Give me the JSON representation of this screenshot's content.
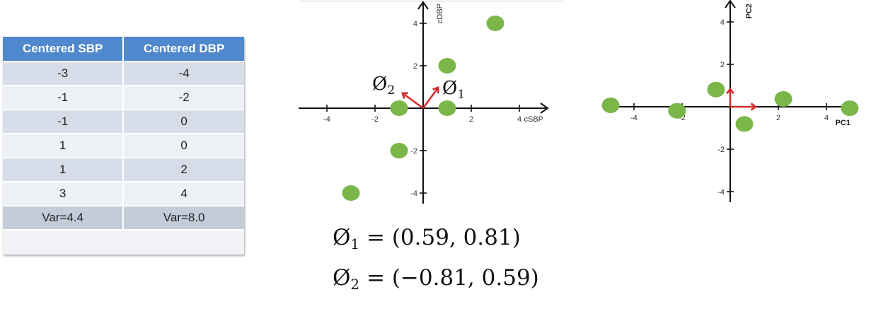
{
  "table": {
    "headers": [
      "Centered SBP",
      "Centered DBP"
    ],
    "rows": [
      [
        "-3",
        "-4"
      ],
      [
        "-1",
        "-2"
      ],
      [
        "-1",
        "0"
      ],
      [
        "1",
        "0"
      ],
      [
        "1",
        "2"
      ],
      [
        "3",
        "4"
      ]
    ],
    "footer": [
      "Var=4.4",
      "Var=8.0"
    ]
  },
  "chart_data": [
    {
      "type": "scatter",
      "xlabel": "cSBP",
      "ylabel": "cDBP",
      "xlim": [
        -5,
        5
      ],
      "ylim": [
        -4.5,
        4.8
      ],
      "xticks": [
        -4,
        -2,
        2,
        4
      ],
      "yticks": [
        -4,
        -2,
        2,
        4
      ],
      "points": [
        {
          "x": -3,
          "y": -4
        },
        {
          "x": -1,
          "y": -2
        },
        {
          "x": -1,
          "y": 0
        },
        {
          "x": 1,
          "y": 0
        },
        {
          "x": 1,
          "y": 2
        },
        {
          "x": 3,
          "y": 4
        }
      ],
      "vectors": [
        {
          "label": "Ø",
          "subscript": "1",
          "dx": 0.59,
          "dy": 0.81
        },
        {
          "label": "Ø",
          "subscript": "2",
          "dx": -0.81,
          "dy": 0.59
        }
      ],
      "point_color": "#7ab648",
      "vector_color": "#d42a2a"
    },
    {
      "type": "scatter",
      "xlabel": "PC1",
      "ylabel": "PC2",
      "xlim": [
        -5,
        5
      ],
      "ylim": [
        -4.5,
        4.8
      ],
      "xticks": [
        -4,
        -2,
        2,
        4
      ],
      "yticks": [
        -4,
        -2,
        2,
        4
      ],
      "points": [
        {
          "x": -4.97,
          "y": 0.07
        },
        {
          "x": -2.21,
          "y": -0.19
        },
        {
          "x": -0.59,
          "y": 0.81
        },
        {
          "x": 0.59,
          "y": -0.81
        },
        {
          "x": 2.21,
          "y": 0.37
        },
        {
          "x": 4.97,
          "y": -0.07
        }
      ],
      "vectors": [
        {
          "dx": 1,
          "dy": 0
        },
        {
          "dx": 0,
          "dy": 0.7
        }
      ],
      "point_color": "#7ab648",
      "vector_color": "#d42a2a"
    }
  ],
  "formulas": [
    {
      "symbol": "Ø",
      "subscript": "1",
      "value": " = (0.59, 0.81)"
    },
    {
      "symbol": "Ø",
      "subscript": "2",
      "value": " = (−0.81, 0.59)"
    }
  ]
}
